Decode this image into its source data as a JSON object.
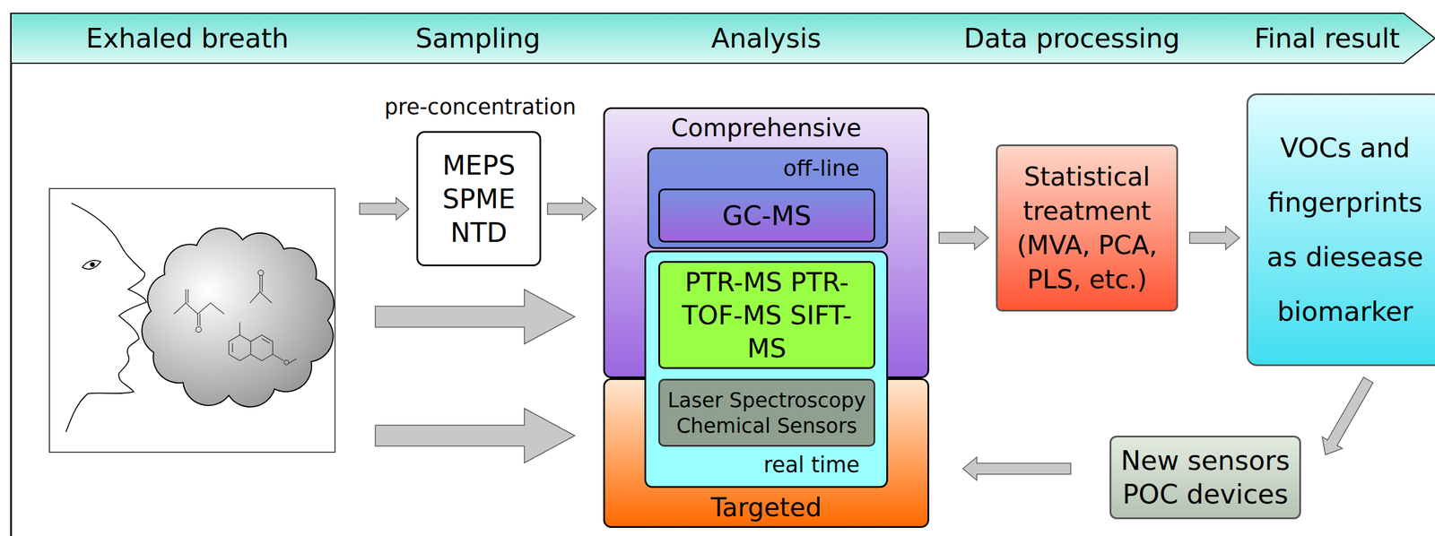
{
  "diagram": {
    "nodes": [
      {
        "text": [
          "Exhaled breath",
          "Sampling",
          "Analysis",
          "Data processing",
          "Final result"
        ]
      },
      {
        "text": [
          "pre-concentration",
          "MEPS SPME NTD"
        ]
      },
      {
        "text": [
          "Comprehensive"
        ]
      },
      {
        "text": [
          "off-line"
        ],
        "in": 2
      },
      {
        "text": [
          "GC-MS"
        ],
        "in": 3
      },
      {
        "text": [
          "Targeted"
        ]
      },
      {
        "text": [
          "real time"
        ]
      },
      {
        "text": [
          "PTR-MS PTR-TOF-MS SIFT-MS"
        ],
        "in": 6
      },
      {
        "text": [
          "Laser Spectroscopy Chemical Sensors"
        ],
        "in": 6
      },
      {
        "text": [
          "Statistical treatment (MVA, PCA, PLS, etc.)"
        ]
      },
      {
        "text": [
          "VOCs and fingerprints as diesease biomarker"
        ]
      },
      {
        "text": [
          "New sensors POC devices"
        ]
      }
    ],
    "edges": [
      {
        "from": 1,
        "to": 2,
        "arrow": "to"
      },
      {
        "from": 2,
        "to": 9,
        "arrow": "to"
      },
      {
        "from": 9,
        "to": 10,
        "arrow": "to"
      },
      {
        "from": 10,
        "to": 11,
        "arrow": "to"
      },
      {
        "from": 11,
        "to": 5,
        "arrow": "to"
      }
    ]
  }
}
